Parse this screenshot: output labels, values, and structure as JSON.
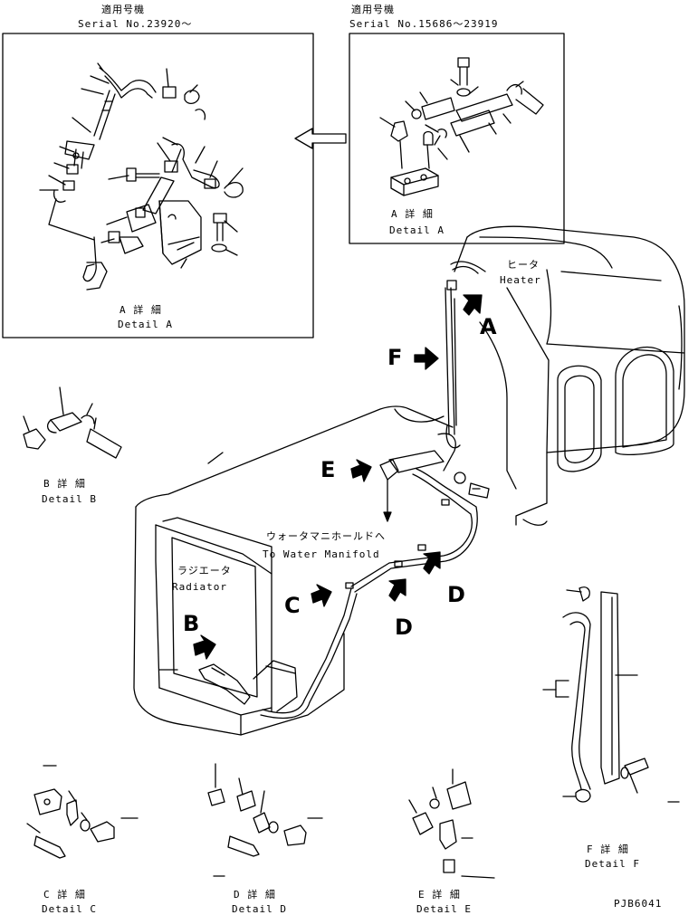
{
  "inset_left": {
    "applicable_jp": "適用号機",
    "serial": "Serial No.23920～",
    "detail_jp": "A 詳 細",
    "detail_en": "Detail A"
  },
  "inset_right": {
    "applicable_jp": "適用号機",
    "serial": "Serial No.15686～23919",
    "detail_jp": "A 詳 細",
    "detail_en": "Detail A"
  },
  "heater": {
    "jp": "ヒータ",
    "en": "Heater"
  },
  "radiator": {
    "jp": "ラジエータ",
    "en": "Radiator"
  },
  "manifold": {
    "jp": "ウォータマニホールドへ",
    "en": "To Water Manifold"
  },
  "callouts": {
    "a": "A",
    "b": "B",
    "c": "C",
    "d1": "D",
    "d2": "D",
    "e": "E",
    "f": "F"
  },
  "details": {
    "b": {
      "jp": "B 詳 細",
      "en": "Detail B"
    },
    "c": {
      "jp": "C 詳 細",
      "en": "Detail C"
    },
    "d": {
      "jp": "D 詳 細",
      "en": "Detail D"
    },
    "e": {
      "jp": "E 詳 細",
      "en": "Detail E"
    },
    "f": {
      "jp": "F 詳 細",
      "en": "Detail F"
    }
  },
  "drawing_code": "PJB6041"
}
